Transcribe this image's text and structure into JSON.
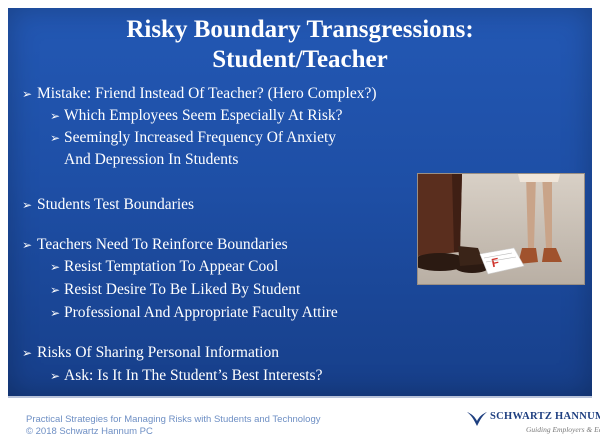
{
  "slide": {
    "title_line1": "Risky Boundary Transgressions:",
    "title_line2": "Student/Teacher",
    "bullets": [
      {
        "text": "Mistake:  Friend Instead Of Teacher?  (Hero Complex?)"
      },
      {
        "text": "Which Employees Seem Especially At Risk?"
      },
      {
        "text": "Seemingly Increased Frequency Of Anxiety"
      },
      {
        "text": "And Depression In Students"
      },
      {
        "text": "Students Test Boundaries"
      },
      {
        "text": "Teachers Need To Reinforce Boundaries"
      },
      {
        "text": "Resist Temptation To Appear Cool"
      },
      {
        "text": "Resist Desire To Be Liked By Student"
      },
      {
        "text": "Professional And Appropriate Faculty Attire"
      },
      {
        "text": "Risks Of Sharing Personal Information"
      },
      {
        "text": "Ask:  Is It In The Student’s Best Interests?"
      }
    ],
    "bullet_glyph": "➢"
  },
  "footer": {
    "line1": "Practical Strategies for Managing Risks with Students and Technology",
    "line2": "© 2018 Schwartz Hannum PC",
    "logo_name": "SCHWARTZ HANNUM PC",
    "logo_tagline": "Guiding Employers & Educators"
  },
  "photo": {
    "description_icon": "classroom-feet-photo"
  },
  "colors": {
    "panel_blue": "#1e4fa6",
    "text": "#ffffff",
    "footer_text": "#6e8fc4",
    "logo_navy": "#1e3f80"
  }
}
